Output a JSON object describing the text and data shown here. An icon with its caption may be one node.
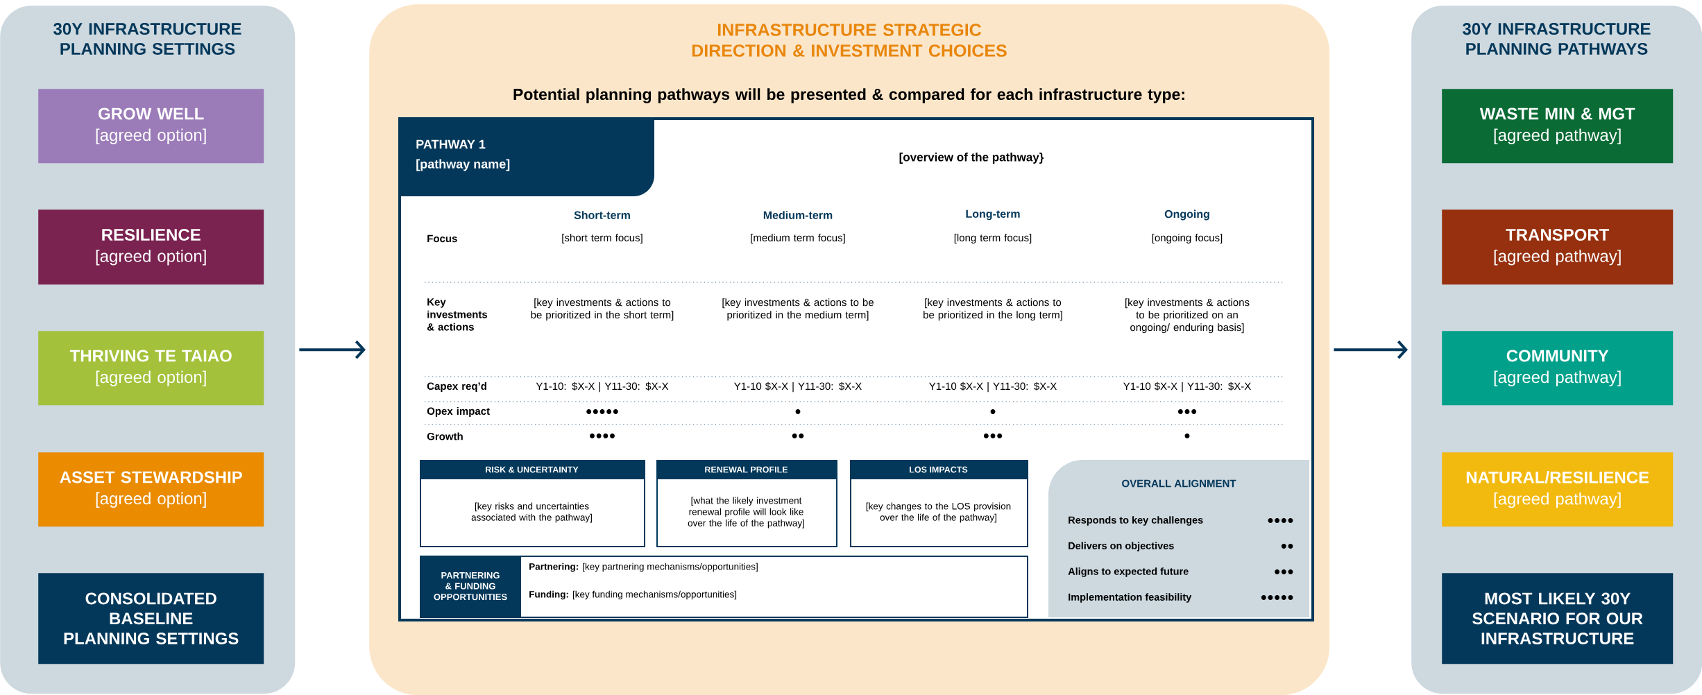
{
  "diagram": {
    "nodes": [
      {
        "text": [
          "30Y INFRASTRUCTURE PLANNING SETTINGS"
        ]
      },
      {
        "text": [
          "GROW WELL",
          "[agreed option]"
        ],
        "in": 0
      },
      {
        "text": [
          "RESILIENCE",
          "[agreed option]"
        ],
        "in": 0
      },
      {
        "text": [
          "THRIVING TE TAIAO",
          "[agreed option]"
        ],
        "in": 0
      },
      {
        "text": [
          "ASSET STEWARDSHIP",
          "[agreed option]"
        ],
        "in": 0
      },
      {
        "text": [
          "CONSOLIDATED BASELINE PLANNING SETTINGS"
        ],
        "in": 0
      },
      {
        "text": [
          "INFRASTRUCTURE STRATEGIC DIRECTION & INVESTMENT CHOICES",
          "Potential planning pathways will be presented & compared for each infrastructure type:"
        ]
      },
      {
        "text": [
          "[overview of the pathway}"
        ],
        "in": 6
      },
      {
        "text": [
          "PATHWAY 1",
          "[pathway name]"
        ],
        "in": 7
      },
      {
        "text": [
          "RISK & UNCERTAINTY",
          "[key risks and uncertainties associated with the pathway]"
        ],
        "in": 7
      },
      {
        "text": [
          "RENEWAL PROFILE",
          "[what the likely investment renewal profile will look like over the life of the pathway]"
        ],
        "in": 7
      },
      {
        "text": [
          "LOS IMPACTS",
          "[key changes to the LOS provision over the life of the pathway]"
        ],
        "in": 7
      },
      {
        "text": [
          "PARTNERING & FUNDING OPPORTUNITIES",
          "**Partnering:** [key partnering mechanisms/opportunities]",
          "**Funding:** [key funding mechanisms/opportunities]"
        ],
        "in": 7
      },
      {
        "text": [
          "OVERALL ALIGNMENT",
          "Responds to key challenges",
          "●●●●",
          "Delivers on objectives",
          "●●",
          "Aligns to expected future",
          "●●●",
          "Implementation feasibility",
          "●●●●●"
        ],
        "in": 7
      },
      {
        "text": [
          "30Y INFRASTRUCTURE PLANNING PATHWAYS"
        ]
      },
      {
        "text": [
          "WASTE MIN & MGT",
          "[agreed pathway]"
        ],
        "in": 14
      },
      {
        "text": [
          "TRANSPORT",
          "[agreed pathway]"
        ],
        "in": 14
      },
      {
        "text": [
          "COMMUNITY",
          "[agreed pathway]"
        ],
        "in": 14
      },
      {
        "text": [
          "NATURAL/RESILIENCE",
          "[agreed pathway]"
        ],
        "in": 14
      },
      {
        "text": [
          "MOST LIKELY 30Y SCENARIO FOR OUR INFRASTRUCTURE"
        ],
        "in": 14
      }
    ],
    "edges": [
      {
        "from": 0,
        "to": 6,
        "arrow": "to"
      },
      {
        "from": 6,
        "to": 14,
        "arrow": "to"
      }
    ],
    "labels": [
      "Short-term",
      "Medium-term",
      "Long-term",
      "Ongoing",
      "Focus",
      "[short term focus]",
      "[medium term focus]",
      "[long term focus]",
      "[ongoing focus]",
      "Key investments & actions",
      "[key investments & actions to be prioritized in the short term]",
      "[key investments & actions to be prioritized in the medium term]",
      "[key investments & actions to be prioritized in the long term]",
      "[key investments & actions to be prioritized on an ongoing/ enduring basis]",
      "Capex req’d",
      "Y1-10: $X-X | Y11-30: $X-X",
      "Y1-10 $X-X | Y11-30: $X-X",
      "Y1-10 $X-X | Y11-30: $X-X",
      "Y1-10 $X-X | Y11-30: $X-X",
      "Opex impact",
      "●●●●●",
      "●",
      "●",
      "●●●",
      "Growth",
      "●●●●",
      "●●",
      "●●●",
      "●"
    ]
  }
}
